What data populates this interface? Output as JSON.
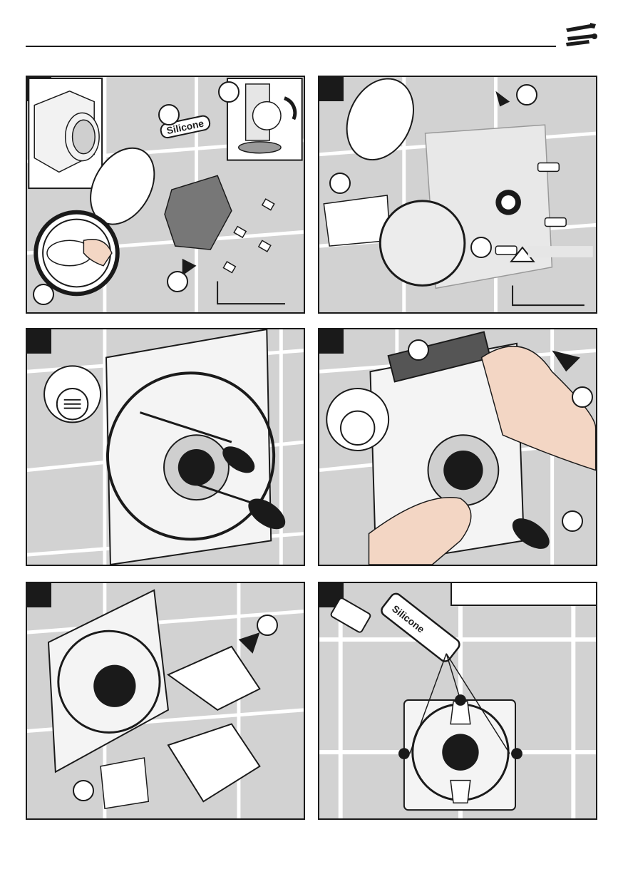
{
  "header": {
    "icon": "wrench-screwdriver-icon"
  },
  "panels": [
    {
      "id": "p1",
      "product_label": "Silicone"
    },
    {
      "id": "p2"
    },
    {
      "id": "p3"
    },
    {
      "id": "p4"
    },
    {
      "id": "p5"
    },
    {
      "id": "p6",
      "product_label": "Silicone"
    }
  ],
  "colors": {
    "line": "#1a1a1a",
    "wall": "#d2d2d2",
    "grout": "#ffffff",
    "hand": "#f3d6c4"
  }
}
